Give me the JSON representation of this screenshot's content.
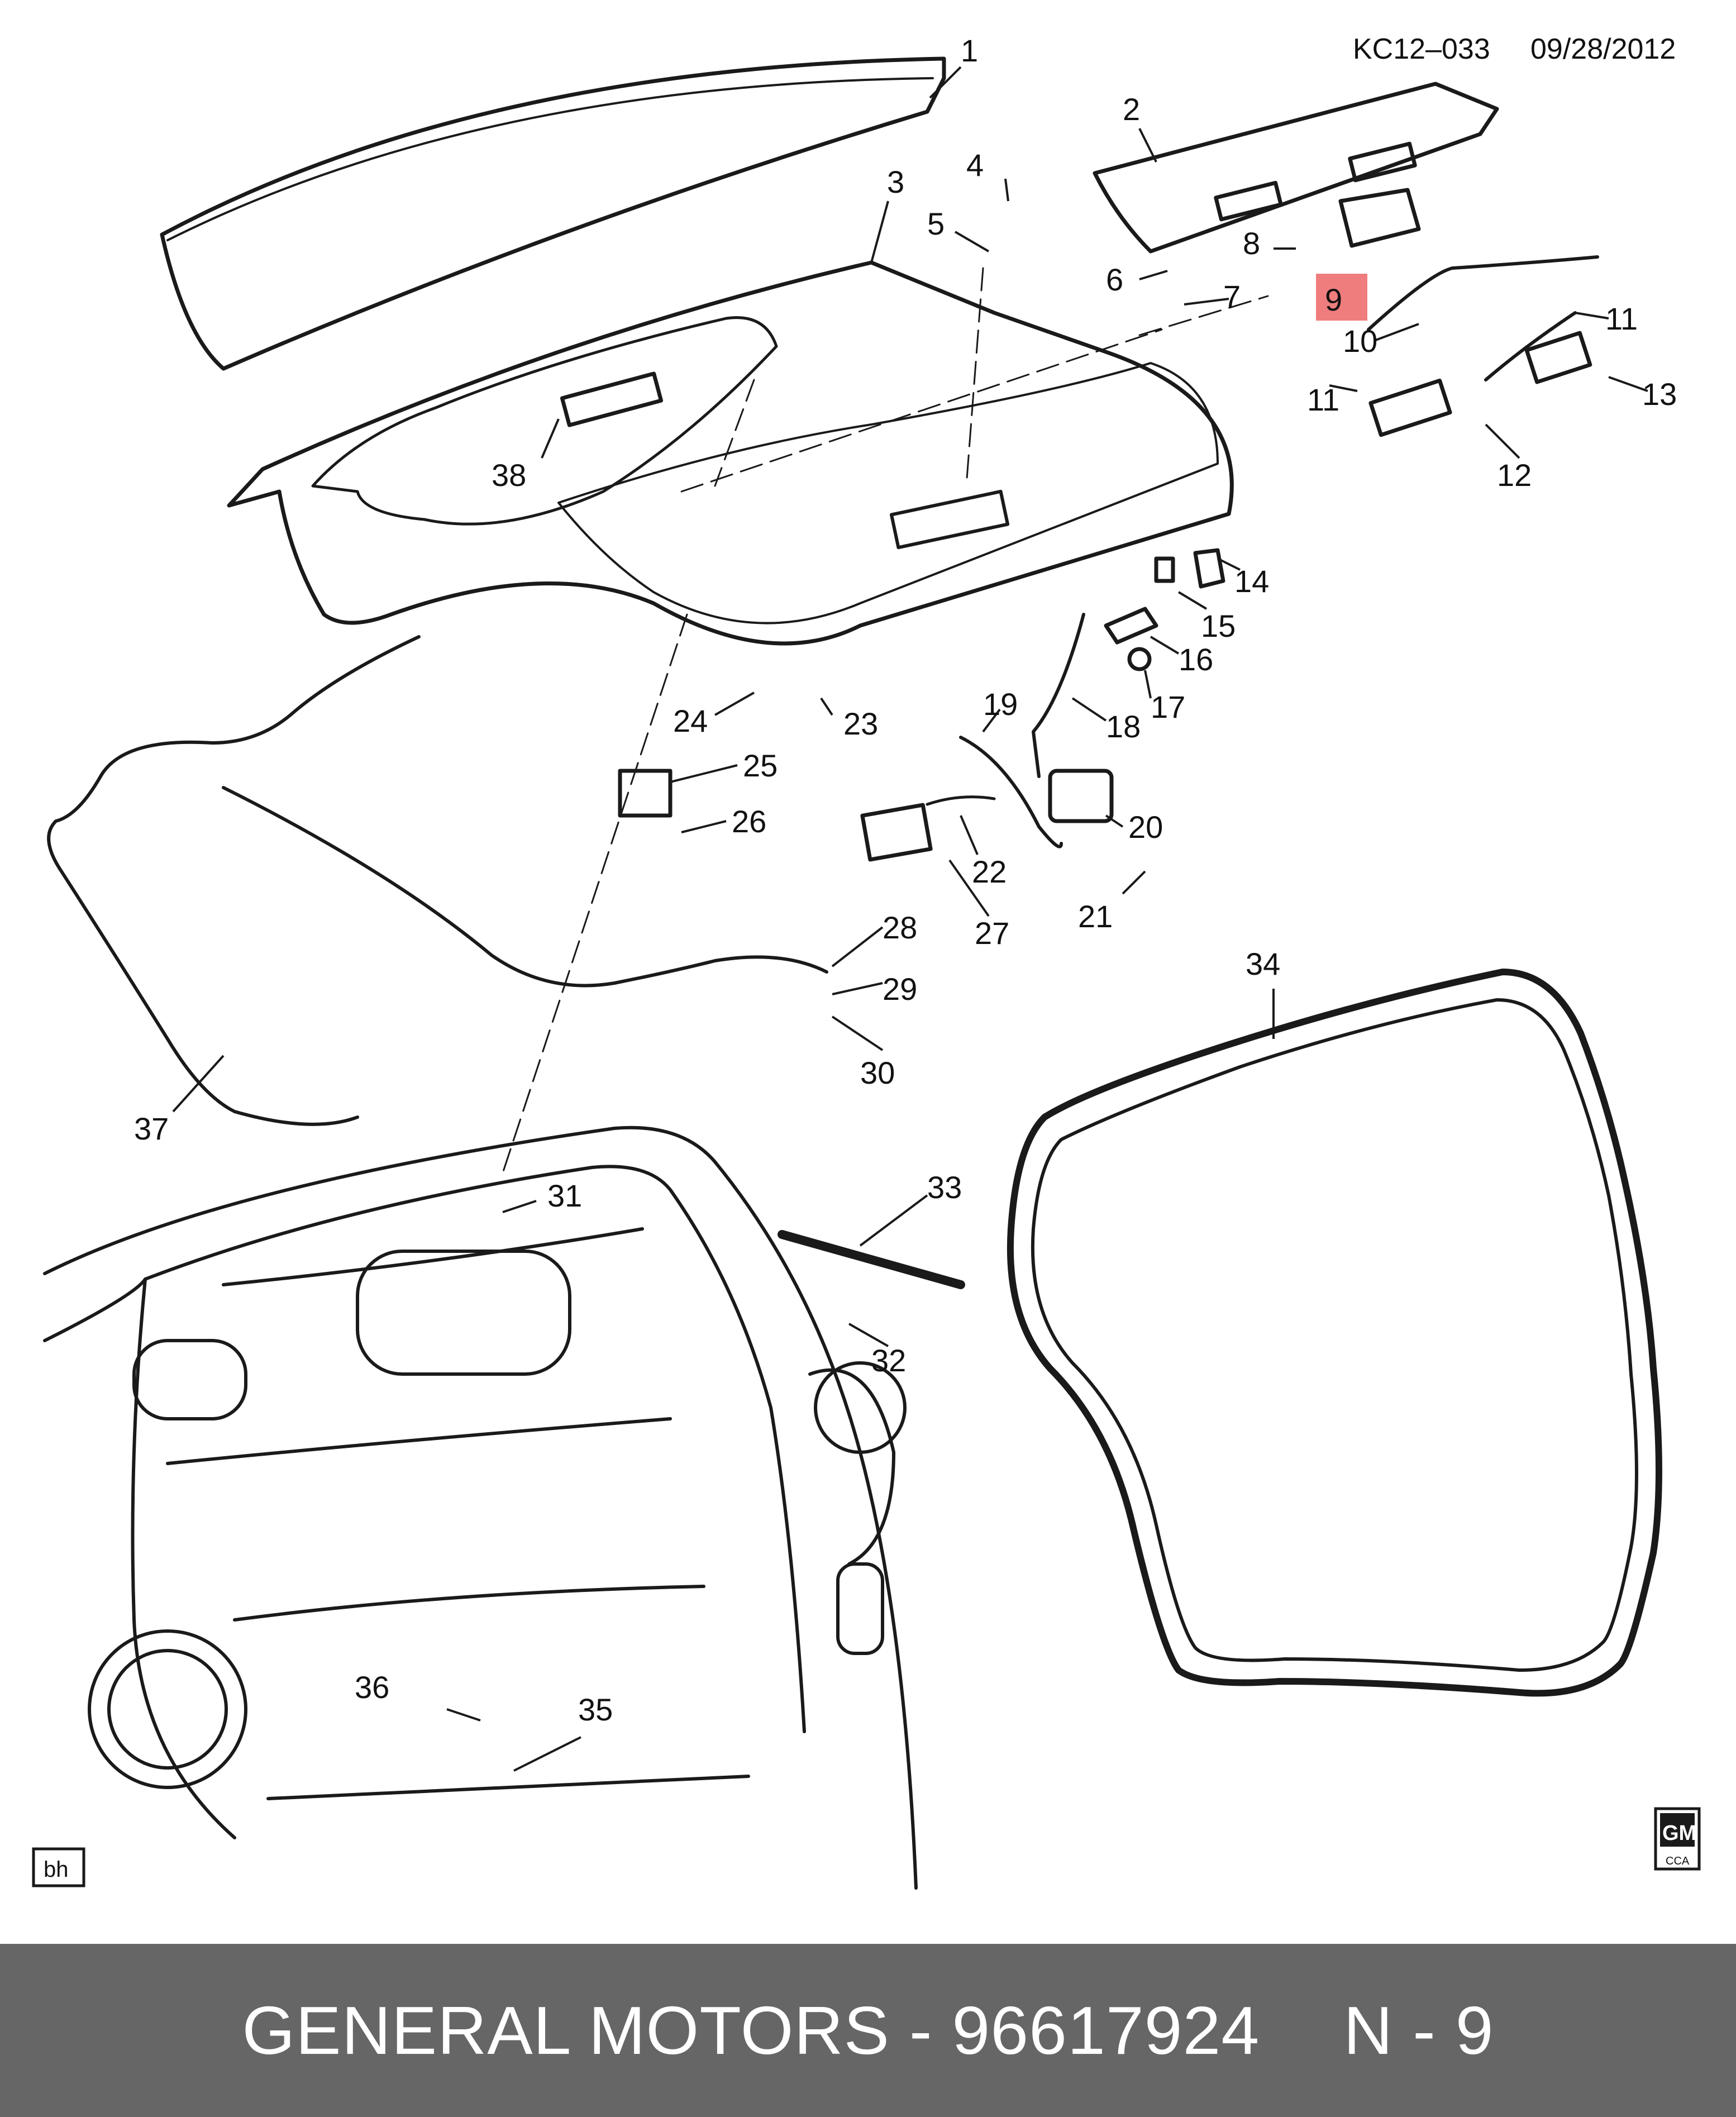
{
  "diagram": {
    "reference": "KC12–033",
    "date": "09/28/2012",
    "corner_tag": "bh",
    "logo": "GM",
    "logo_sub": "CCA",
    "highlighted_part": "9",
    "highlight_color": "#ef7d7d",
    "parts": [
      "1",
      "2",
      "3",
      "4",
      "5",
      "6",
      "7",
      "8",
      "9",
      "10",
      "11",
      "12",
      "13",
      "14",
      "15",
      "16",
      "17",
      "18",
      "19",
      "20",
      "21",
      "22",
      "23",
      "24",
      "25",
      "26",
      "27",
      "28",
      "29",
      "30",
      "31",
      "32",
      "33",
      "34",
      "35",
      "36",
      "37",
      "38"
    ]
  },
  "footer": {
    "brand_part": "GENERAL MOTORS - 96617924",
    "position": "N - 9"
  }
}
